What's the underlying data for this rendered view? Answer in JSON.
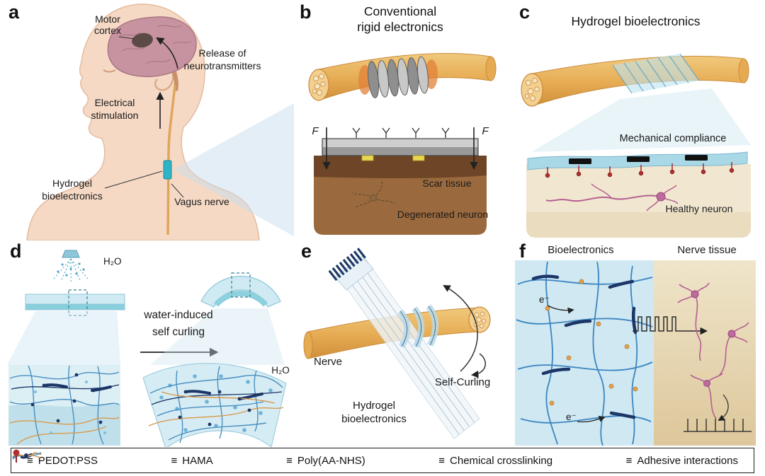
{
  "colors": {
    "skin": "#f5d9c5",
    "brain": "#c793a0",
    "motor_cortex_spot": "#5b4a46",
    "nerve_yellow": "#e6ab52",
    "nerve_face": "#f3cf90",
    "hydrogel_light_blue": "#aee0ec",
    "hydrogel_deep_teal": "#2eb4c6",
    "rigid_gray": "#b5b5b5",
    "scar_brown": "#6e4627",
    "tissue_brown": "#9a6a3e",
    "tissue_tan": "#f1e7d0",
    "neuron_pink": "#b55f92",
    "neuron_brown": "#8a6845",
    "pedot_navy": "#1c3667",
    "hama_blue": "#4a8fc0",
    "poly_orange": "#d89a4e",
    "adhesive_red": "#b03030",
    "water_blue": "#6db3d8"
  },
  "panels": {
    "a": {
      "letter": "a",
      "motor_cortex_line1": "Motor",
      "motor_cortex_line2": "cortex",
      "release_line1": "Release of",
      "release_line2": "neurotransmitters",
      "stimulation_line1": "Electrical",
      "stimulation_line2": "stimulation",
      "hydrogel_line1": "Hydrogel",
      "hydrogel_line2": "bioelectronics",
      "vagus_nerve": "Vagus nerve"
    },
    "b": {
      "letter": "b",
      "title_line1": "Conventional",
      "title_line2": "rigid electronics",
      "force_left": "F",
      "force_right": "F",
      "scar_tissue": "Scar tissue",
      "degenerated_neuron": "Degenerated neuron"
    },
    "c": {
      "letter": "c",
      "title": "Hydrogel bioelectronics",
      "mechanical_compliance": "Mechanical compliance",
      "healthy_neuron": "Healthy neuron"
    },
    "d": {
      "letter": "d",
      "h2o_spray": "H₂O",
      "process_line1": "water-induced",
      "process_line2": "self curling",
      "h2o_swollen": "H₂O"
    },
    "e": {
      "letter": "e",
      "nerve": "Nerve",
      "self_curling": "Self-Curling",
      "hydrogel_line1": "Hydrogel",
      "hydrogel_line2": "bioelectronics"
    },
    "f": {
      "letter": "f",
      "bioelectronics": "Bioelectronics",
      "nerve_tissue": "Nerve tissue",
      "electron_top": "e⁻",
      "electron_bottom": "e⁻"
    }
  },
  "legend": {
    "equiv": "≡",
    "items": [
      {
        "icon": "pedot-pss-curve-icon",
        "label": "PEDOT:PSS"
      },
      {
        "icon": "hama-curve-icon",
        "label": "HAMA"
      },
      {
        "icon": "poly-aa-nhs-curve-icon",
        "label": "Poly(AA-NHS)"
      },
      {
        "icon": "crosslink-network-icon",
        "label": "Chemical crosslinking"
      },
      {
        "icon": "adhesive-pin-icon",
        "label": "Adhesive interactions"
      }
    ]
  }
}
